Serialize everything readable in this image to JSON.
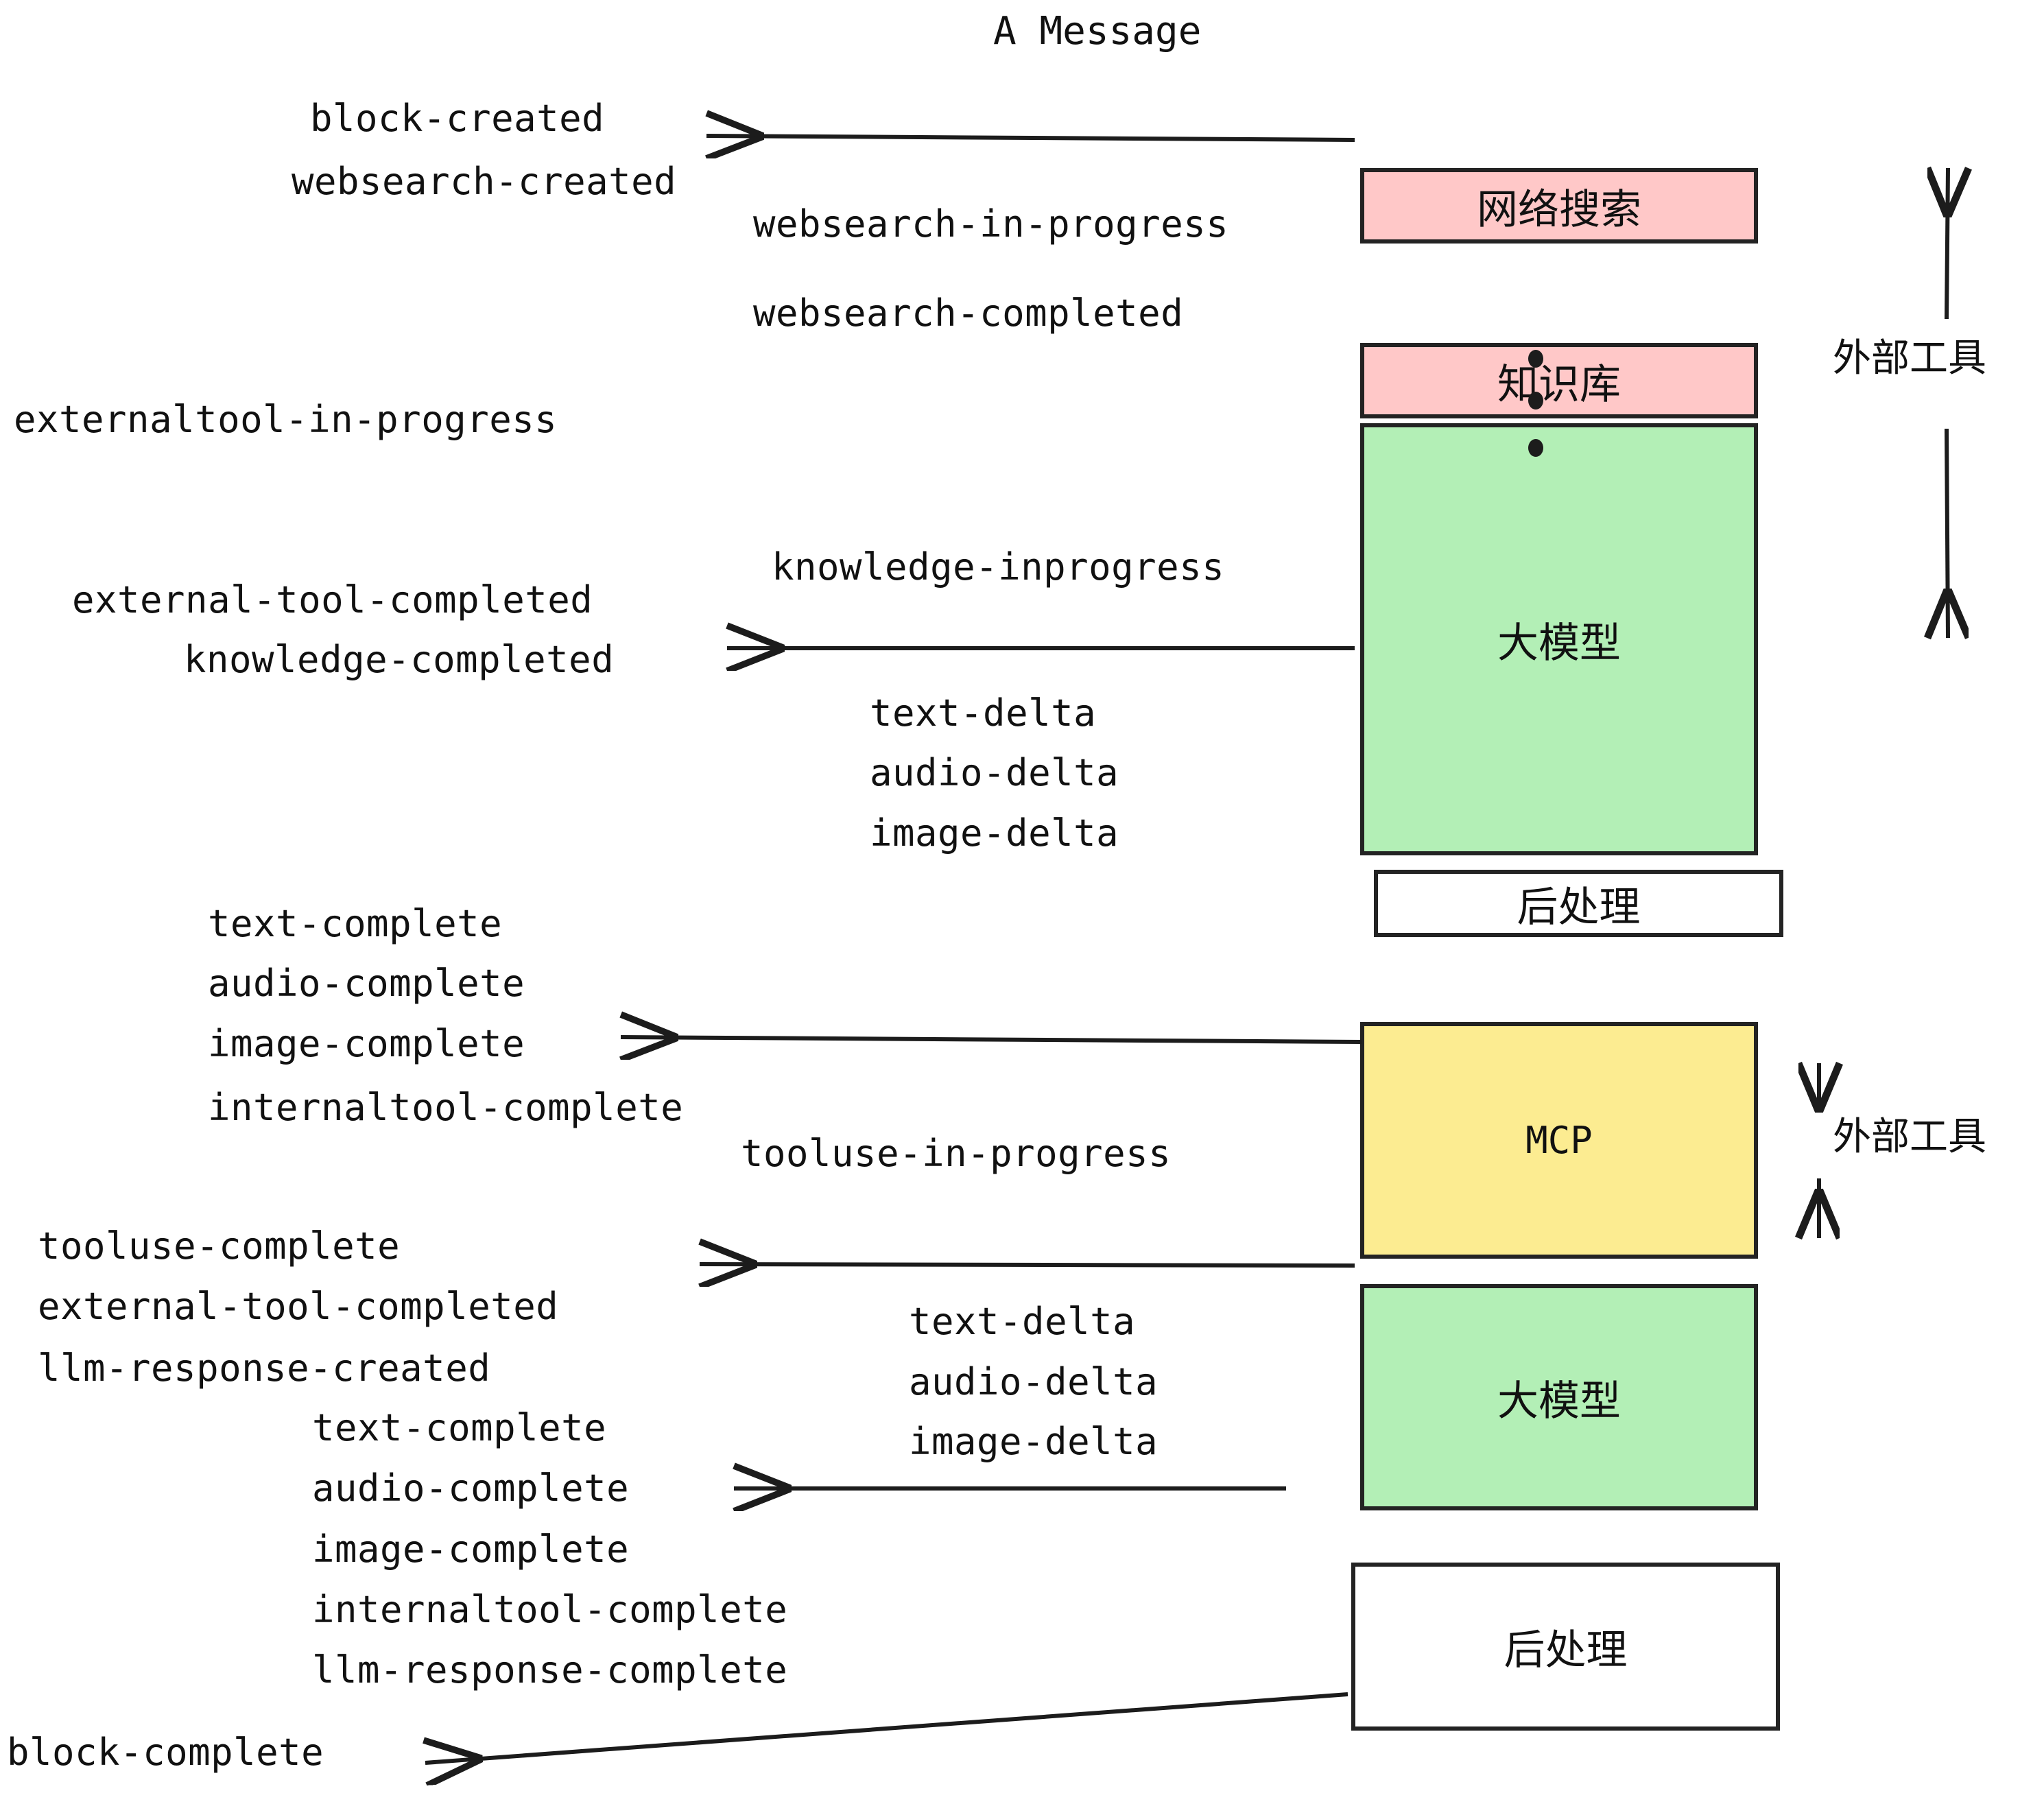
{
  "title": "A Message",
  "colors": {
    "pink": "#FFC8C8",
    "green": "#B3EFB6",
    "yellow": "#FCEC91",
    "white": "#FFFFFF",
    "stroke": "#232323",
    "text": "#111111"
  },
  "boxes": [
    {
      "id": "websearch",
      "label": "网络搜索",
      "fill": "#FFC8C8"
    },
    {
      "id": "knowledge",
      "label": "知识库",
      "fill": "#FFC8C8"
    },
    {
      "id": "llm-1",
      "label": "大模型",
      "fill": "#B3EFB6"
    },
    {
      "id": "postprocess-1",
      "label": "后处理",
      "fill": "#FFFFFF"
    },
    {
      "id": "mcp",
      "label": "MCP",
      "fill": "#FCEC91"
    },
    {
      "id": "llm-2",
      "label": "大模型",
      "fill": "#B3EFB6"
    },
    {
      "id": "postprocess-2",
      "label": "后处理",
      "fill": "#FFFFFF"
    }
  ],
  "side_labels": [
    {
      "id": "external-tool-top",
      "text": "外部工具"
    },
    {
      "id": "external-tool-bottom",
      "text": "外部工具"
    }
  ],
  "events": {
    "block_created": "block-created",
    "websearch_created": "websearch-created",
    "websearch_in_progress": "websearch-in-progress",
    "websearch_completed": "websearch-completed",
    "externaltool_in_progress": "externaltool-in-progress",
    "knowledge_inprogress": "knowledge-inprogress",
    "external_tool_completed_1": "external-tool-completed",
    "knowledge_completed": "knowledge-completed",
    "text_delta_1": "text-delta",
    "audio_delta_1": "audio-delta",
    "image_delta_1": "image-delta",
    "text_complete_1": "text-complete",
    "audio_complete_1": "audio-complete",
    "image_complete_1": "image-complete",
    "internaltool_complete_1": "internaltool-complete",
    "tooluse_in_progress": "tooluse-in-progress",
    "tooluse_complete": "tooluse-complete",
    "external_tool_completed_2": "external-tool-completed",
    "llm_response_created": "llm-response-created",
    "text_delta_2": "text-delta",
    "audio_delta_2": "audio-delta",
    "image_delta_2": "image-delta",
    "text_complete_2": "text-complete",
    "audio_complete_2": "audio-complete",
    "image_complete_2": "image-complete",
    "internaltool_complete_2": "internaltool-complete",
    "llm_response_complete": "llm-response-complete",
    "block_complete": "block-complete"
  },
  "ellipsis_dots": 3
}
